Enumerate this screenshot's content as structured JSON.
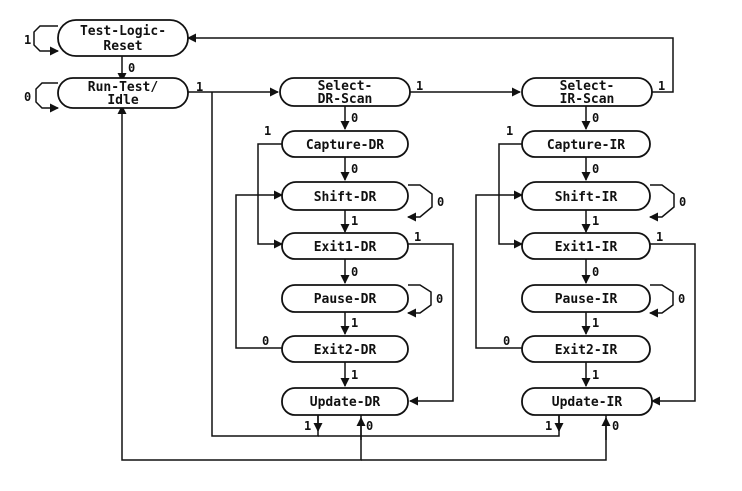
{
  "states": {
    "tlr_line1": "Test-Logic-",
    "tlr_line2": "Reset",
    "rti_line1": "Run-Test/",
    "rti_line2": "Idle",
    "sel_dr_line1": "Select-",
    "sel_dr_line2": "DR-Scan",
    "sel_ir_line1": "Select-",
    "sel_ir_line2": "IR-Scan",
    "capture_dr": "Capture-DR",
    "shift_dr": "Shift-DR",
    "exit1_dr": "Exit1-DR",
    "pause_dr": "Pause-DR",
    "exit2_dr": "Exit2-DR",
    "update_dr": "Update-DR",
    "capture_ir": "Capture-IR",
    "shift_ir": "Shift-IR",
    "exit1_ir": "Exit1-IR",
    "pause_ir": "Pause-IR",
    "exit2_ir": "Exit2-IR",
    "update_ir": "Update-IR"
  },
  "labels": {
    "zero": "0",
    "one": "1"
  },
  "colors": {
    "stroke": "#111111",
    "background": "#ffffff"
  }
}
